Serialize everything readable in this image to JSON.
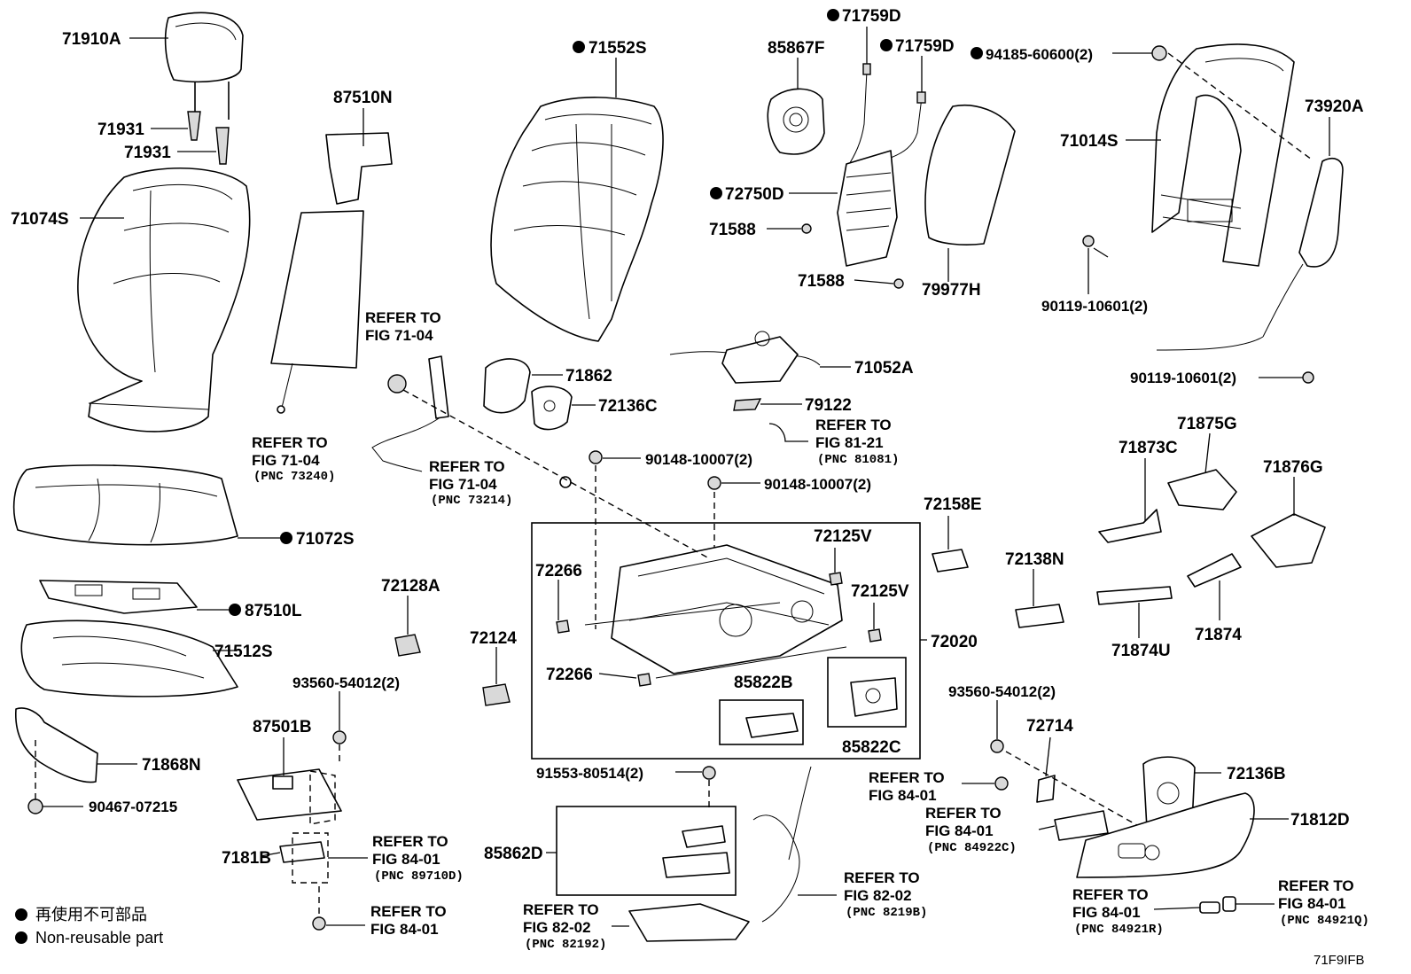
{
  "parts": {
    "p71910A": "71910A",
    "p71931a": "71931",
    "p71931b": "71931",
    "p71074S": "71074S",
    "p87510N": "87510N",
    "p71552S": "71552S",
    "p85867F": "85867F",
    "p71759Da": "71759D",
    "p71759Db": "71759D",
    "p94185": "94185-60600(2)",
    "p72750D": "72750D",
    "p71588a": "71588",
    "p71588b": "71588",
    "p79977H": "79977H",
    "p71014S": "71014S",
    "p73920A": "73920A",
    "p90119a": "90119-10601(2)",
    "p90119b": "90119-10601(2)",
    "p71862": "71862",
    "p72136C": "72136C",
    "p71052A": "71052A",
    "p79122": "79122",
    "p90148a": "90148-10007(2)",
    "p90148b": "90148-10007(2)",
    "p71072S": "71072S",
    "p87510L": "87510L",
    "p72158E": "72158E",
    "p72125Va": "72125V",
    "p72125Vb": "72125V",
    "p72266a": "72266",
    "p72266b": "72266",
    "p72020": "72020",
    "p72128A": "72128A",
    "p72124": "72124",
    "p71512S": "71512S",
    "p85822B": "85822B",
    "p85822C": "85822C",
    "p72138N": "72138N",
    "p71873C": "71873C",
    "p71875G": "71875G",
    "p71876G": "71876G",
    "p71874U": "71874U",
    "p71874": "71874",
    "p93560a": "93560-54012(2)",
    "p93560b": "93560-54012(2)",
    "p87501B": "87501B",
    "p71868N": "71868N",
    "p90467": "90467-07215",
    "p7181B": "7181B",
    "p91553": "91553-80514(2)",
    "p85862D": "85862D",
    "p72714": "72714",
    "p72136B": "72136B",
    "p71812D": "71812D"
  },
  "refs": {
    "r1": {
      "l1": "REFER TO",
      "l2": "FIG 71-04",
      "pnc": ""
    },
    "r2": {
      "l1": "REFER TO",
      "l2": "FIG 71-04",
      "pnc": "(PNC 73240)"
    },
    "r3": {
      "l1": "REFER TO",
      "l2": "FIG 71-04",
      "pnc": "(PNC 73214)"
    },
    "r4": {
      "l1": "REFER TO",
      "l2": "FIG 81-21",
      "pnc": "(PNC 81081)"
    },
    "r5": {
      "l1": "REFER TO",
      "l2": "FIG 84-01",
      "pnc": "(PNC 89710D)"
    },
    "r6": {
      "l1": "REFER TO",
      "l2": "FIG 84-01",
      "pnc": ""
    },
    "r7": {
      "l1": "REFER TO",
      "l2": "FIG 82-02",
      "pnc": "(PNC 82192)"
    },
    "r8": {
      "l1": "REFER TO",
      "l2": "FIG 82-02",
      "pnc": "(PNC 8219B)"
    },
    "r9": {
      "l1": "REFER TO",
      "l2": "FIG 84-01",
      "pnc": ""
    },
    "r10": {
      "l1": "REFER TO",
      "l2": "FIG 84-01",
      "pnc": "(PNC 84922C)"
    },
    "r11": {
      "l1": "REFER TO",
      "l2": "FIG 84-01",
      "pnc": "(PNC 84921R)"
    },
    "r12": {
      "l1": "REFER TO",
      "l2": "FIG 84-01",
      "pnc": "(PNC 84921Q)"
    }
  },
  "legend": {
    "jp": "再使用不可部品",
    "en": "Non-reusable part"
  },
  "figure_code": "71F9IFB"
}
